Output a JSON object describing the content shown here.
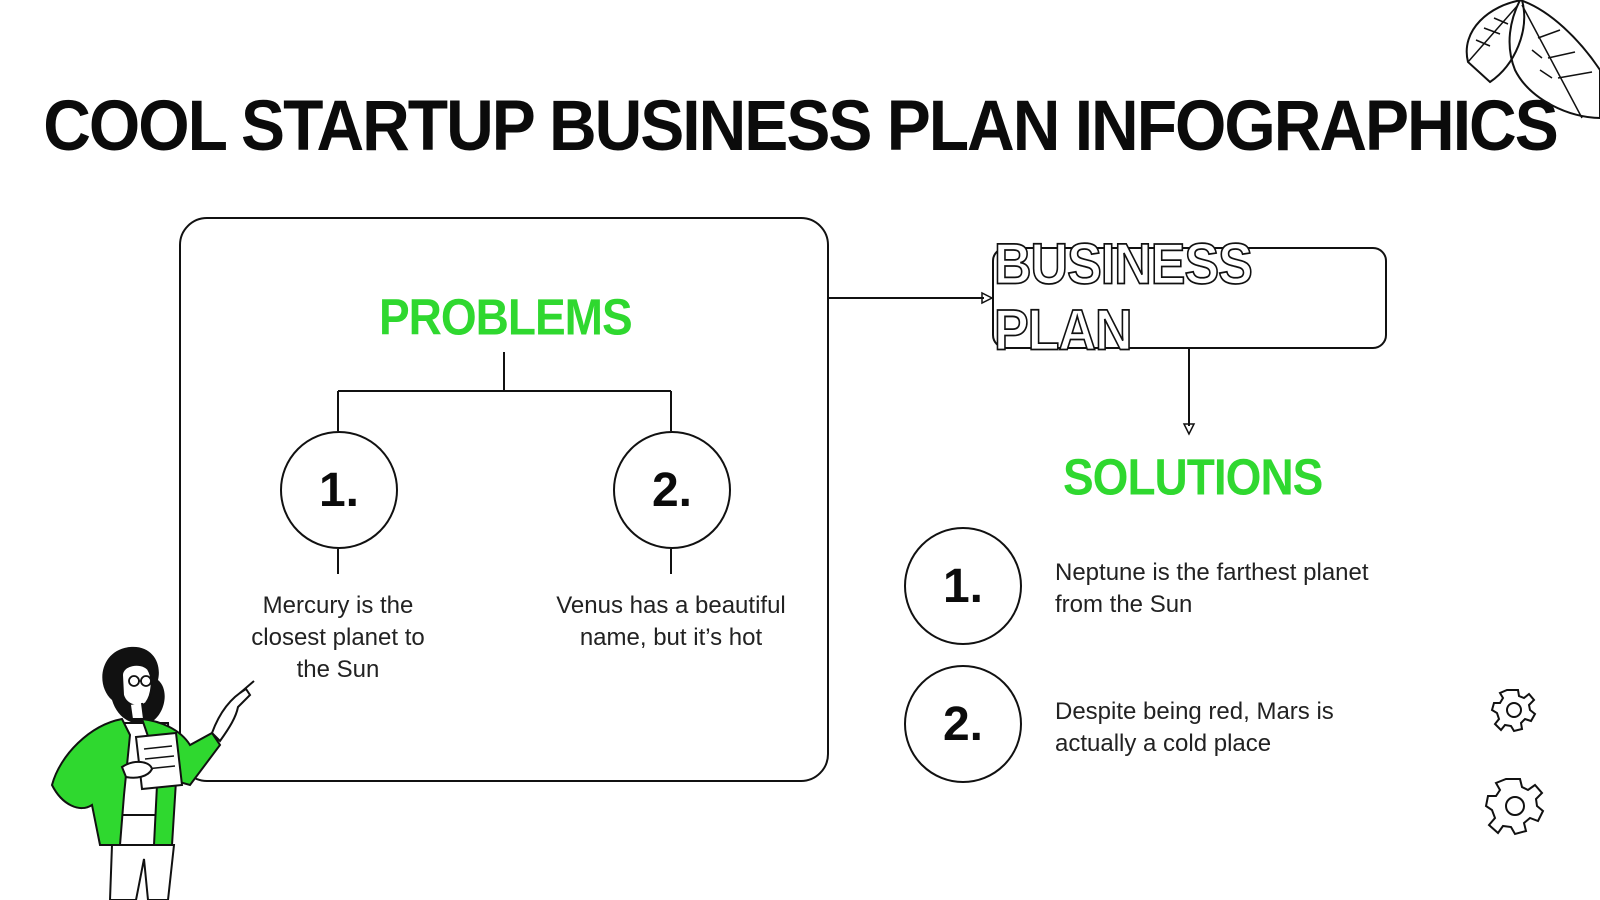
{
  "slide": {
    "title": "COOL STARTUP BUSINESS PLAN INFOGRAPHICS"
  },
  "problems": {
    "heading": "PROBLEMS",
    "items": [
      {
        "number": "1.",
        "text": "Mercury is the closest planet to the Sun"
      },
      {
        "number": "2.",
        "text": "Venus has a beautiful name, but it’s hot"
      }
    ]
  },
  "business_plan": {
    "label": "BUSINESS PLAN"
  },
  "solutions": {
    "heading": "SOLUTIONS",
    "items": [
      {
        "number": "1.",
        "text": "Neptune is the farthest planet from the Sun"
      },
      {
        "number": "2.",
        "text": "Despite being red, Mars is actually a cold place"
      }
    ]
  },
  "colors": {
    "accent": "#2fd82f",
    "ink": "#111111",
    "background": "#ffffff"
  },
  "icons": [
    "leaves-icon",
    "gear-icon",
    "woman-presenter-illustration",
    "arrow-icon"
  ]
}
